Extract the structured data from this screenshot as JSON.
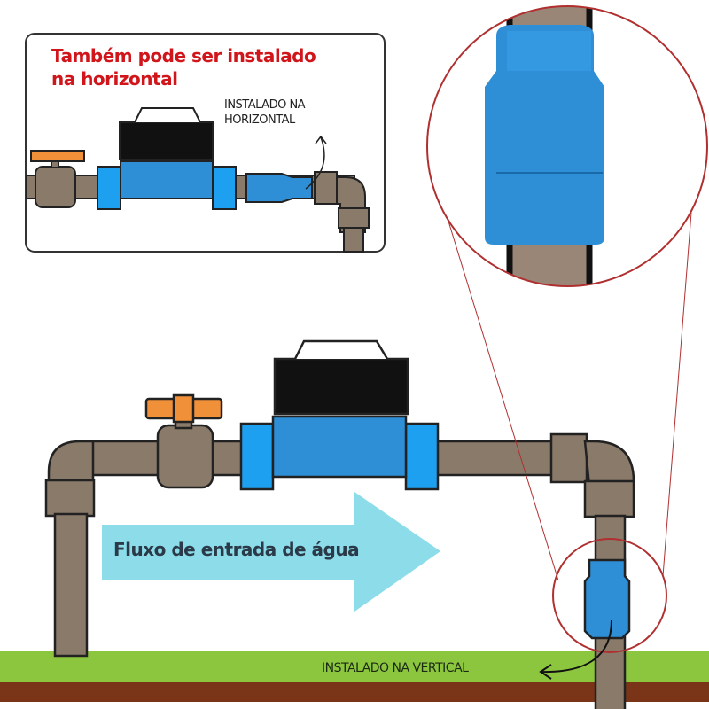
{
  "inset": {
    "title": "Também pode ser instalado na horizontal",
    "label": "INSTALADO NA HORIZONTAL"
  },
  "main": {
    "flow_label": "Fluxo de entrada de água",
    "vertical_label": "INSTALADO NA VERTICAL"
  },
  "colors": {
    "pipe": "#8a7a6a",
    "meter_blue": "#2e8fd6",
    "flange_blue": "#1ea0f0",
    "valve_handle": "#f0913a",
    "arrow": "#7fd8e8",
    "grass": "#8cc63f",
    "soil": "#7a3418",
    "title_red": "#d0151b",
    "circle_red": "#b03030"
  }
}
